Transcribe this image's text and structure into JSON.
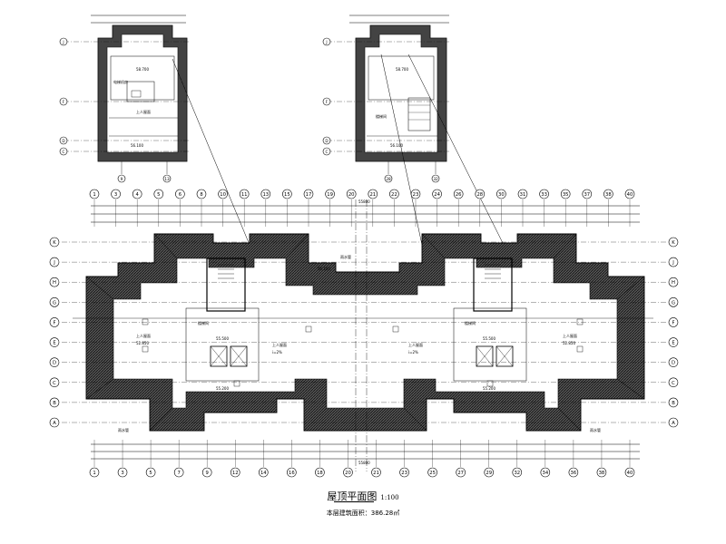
{
  "drawing": {
    "title": "屋顶平面图",
    "scale": "1:100",
    "note": "本层建筑面积：386.28㎡",
    "accent_color": "#000000",
    "hatch_color": "#333333"
  },
  "grids": {
    "top_axes": [
      "1",
      "3",
      "4",
      "5",
      "6",
      "8",
      "10",
      "11",
      "13",
      "15",
      "17",
      "19",
      "20",
      "21",
      "22",
      "23",
      "24",
      "26",
      "28",
      "30",
      "31",
      "33",
      "35",
      "37",
      "38",
      "40"
    ],
    "bottom_axes": [
      "1",
      "3",
      "5",
      "7",
      "9",
      "12",
      "14",
      "16",
      "18",
      "20",
      "21",
      "23",
      "25",
      "27",
      "29",
      "32",
      "34",
      "36",
      "38",
      "40"
    ],
    "left_axes": [
      "K",
      "J",
      "H",
      "G",
      "F",
      "E",
      "D",
      "C",
      "B",
      "A"
    ],
    "detail_left_axes": [
      "J",
      "F",
      "D",
      "C"
    ],
    "detail_left_bottom": [
      "9",
      "13"
    ],
    "detail_right_bottom": [
      "28",
      "32"
    ]
  },
  "labels": {
    "elev_main": "55.500",
    "elev_roof": "52.850",
    "elev_parapet": "56.100",
    "elev_stair": "55.200",
    "elev_top": "58.700",
    "slope": "i=2%",
    "room_stair": "楼梯间",
    "room_elevator": "电梯机房",
    "roof_hatch": "上人屋面",
    "drain_note": "雨水管",
    "overall_dim": "55800"
  }
}
